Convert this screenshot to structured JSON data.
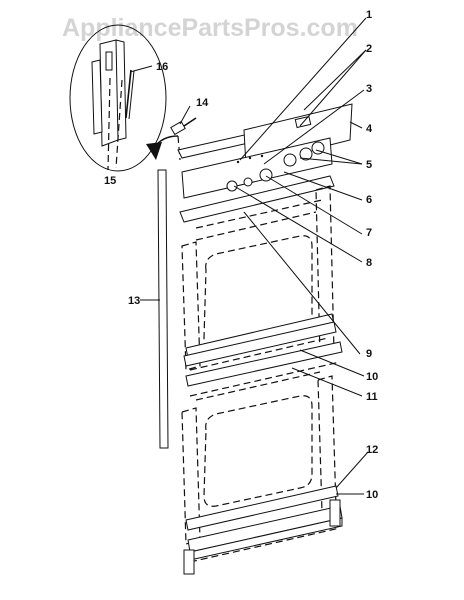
{
  "watermark": "AppliancePartsPros.com",
  "callouts": {
    "c1": "1",
    "c2": "2",
    "c3": "3",
    "c4": "4",
    "c5": "5",
    "c6": "6",
    "c7": "7",
    "c8": "8",
    "c9": "9",
    "c10a": "10",
    "c11": "11",
    "c12": "12",
    "c10b": "10",
    "c13": "13",
    "c14": "14",
    "c15": "15",
    "c16": "16"
  },
  "corner_stamp_left": "",
  "corner_stamp_right": ""
}
